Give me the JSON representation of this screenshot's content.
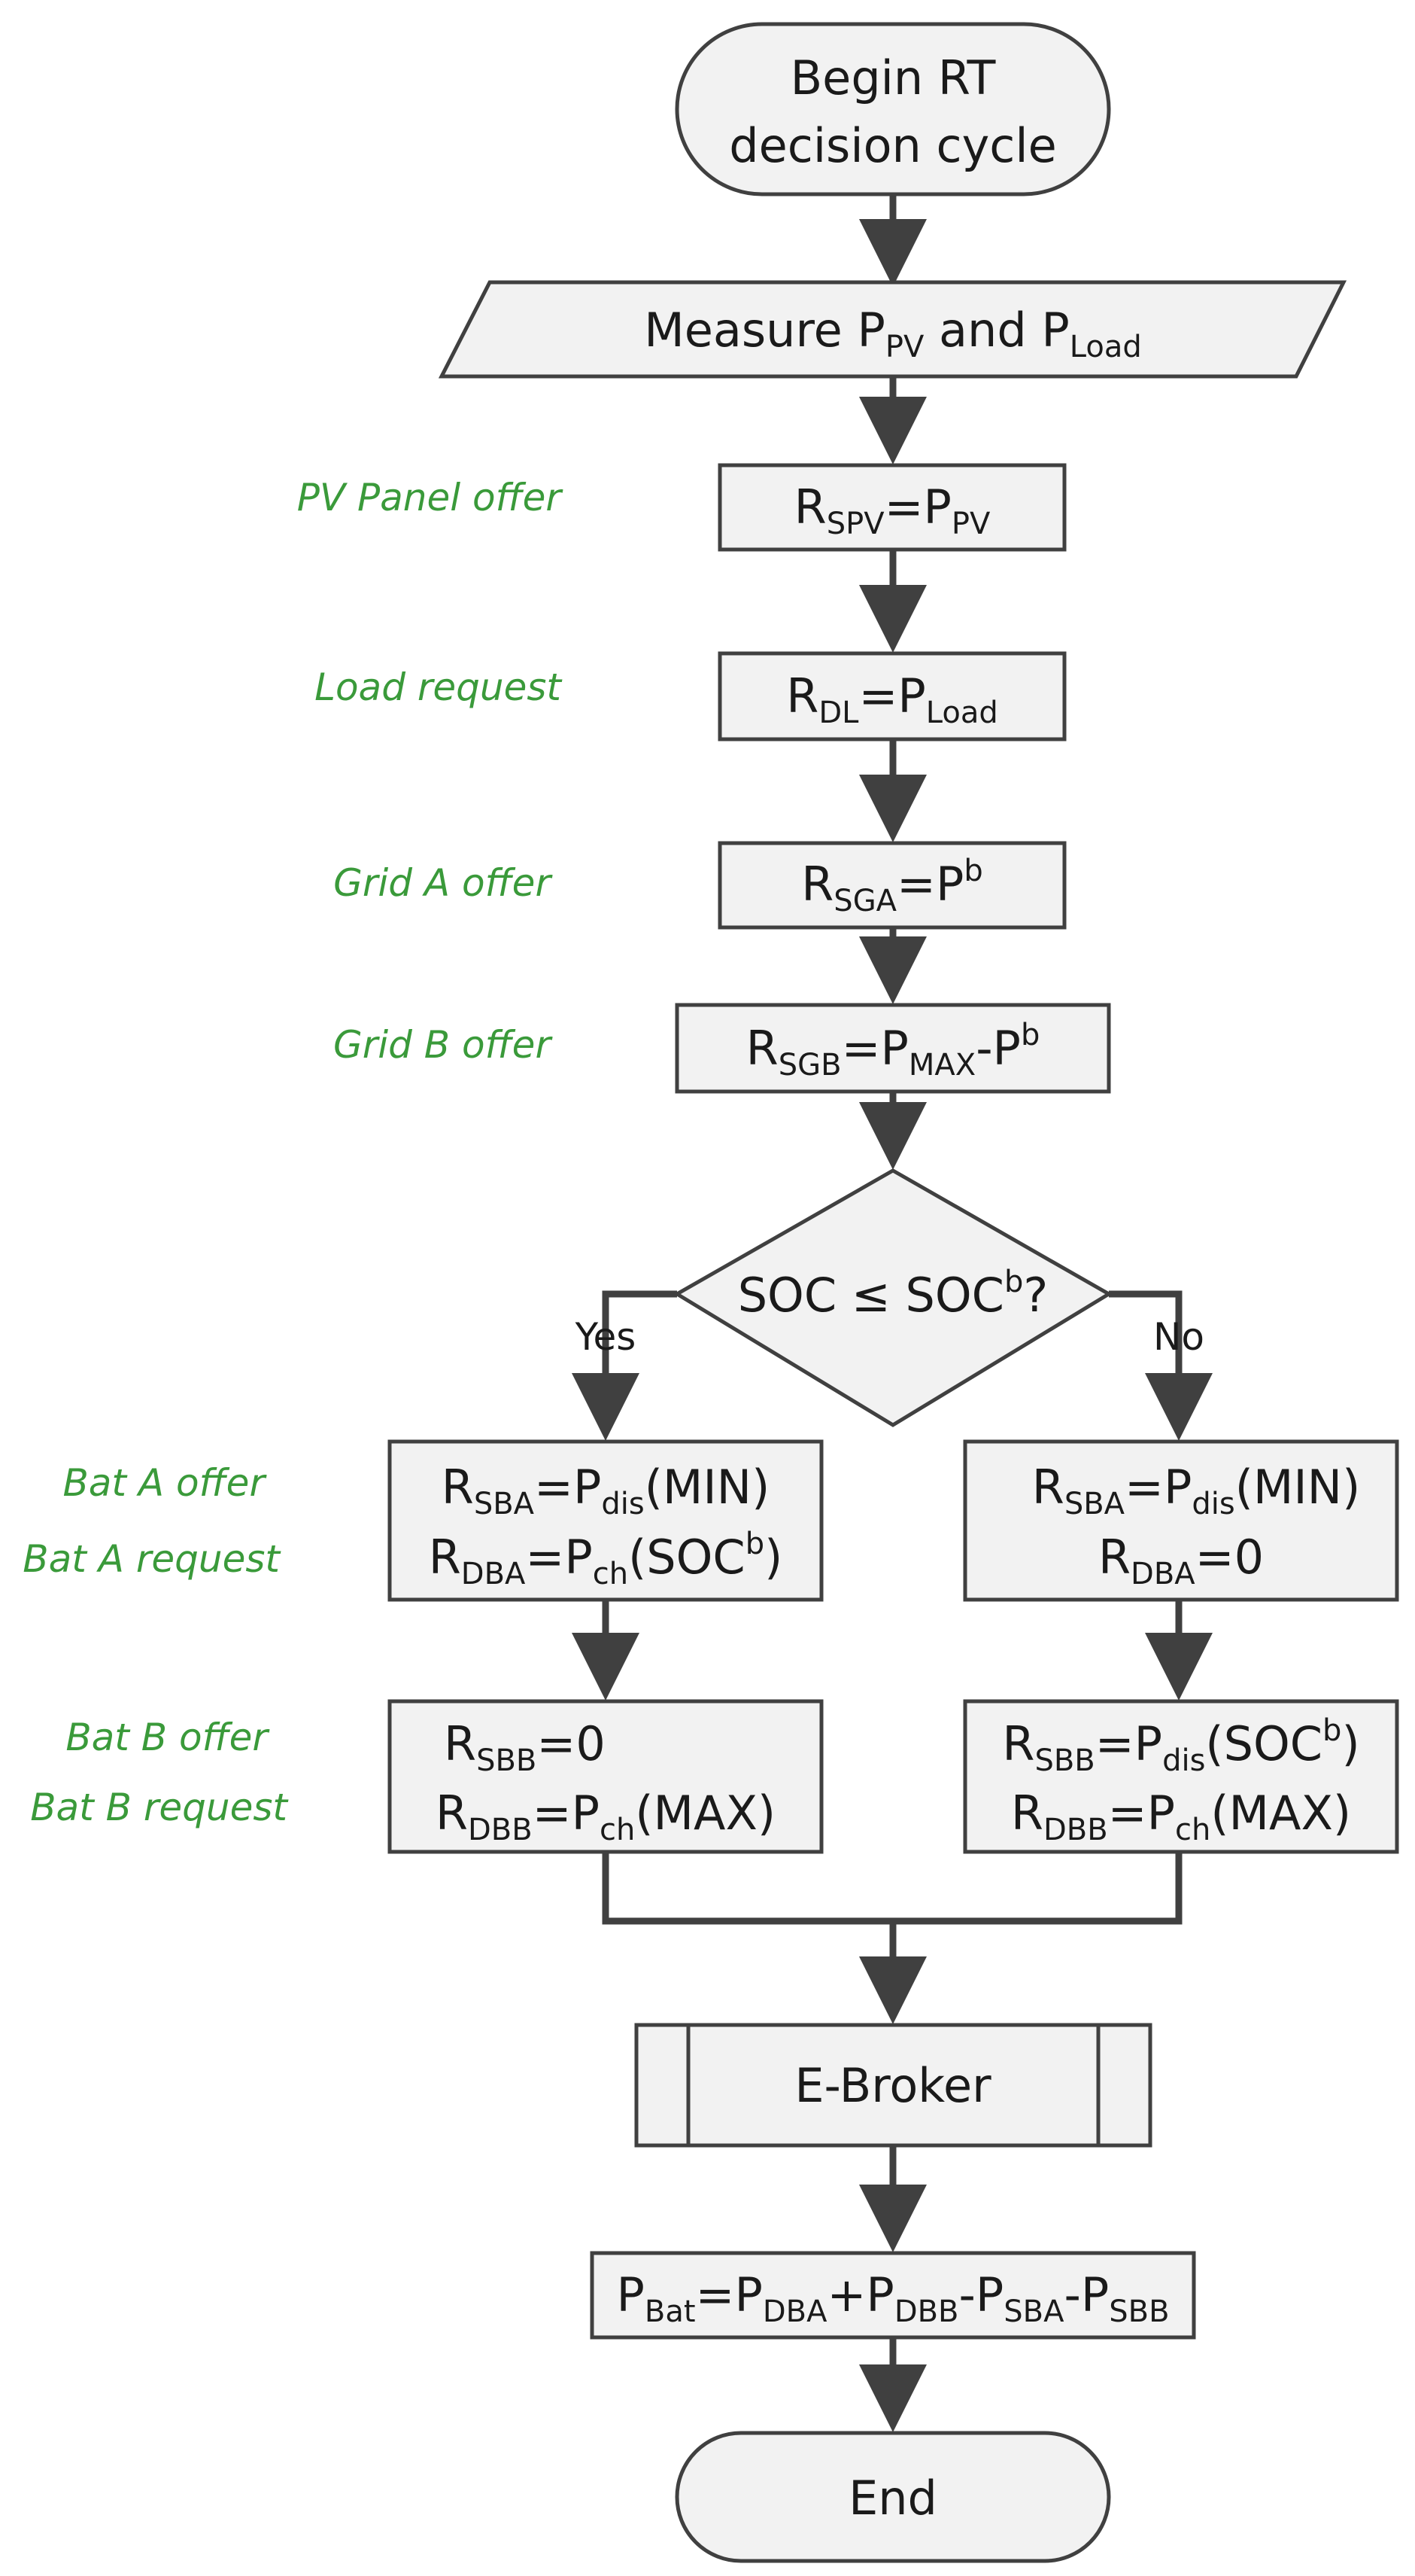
{
  "colors": {
    "box_fill": "#f2f2f2",
    "stroke": "#404040",
    "side_label": "#3a9a3a",
    "text": "#1a1a1a"
  },
  "nodes": {
    "start": {
      "line1": "Begin RT",
      "line2": "decision cycle"
    },
    "measure": {
      "prefix": "Measure P",
      "sub1": "PV",
      "mid": " and P",
      "sub2": "Load"
    },
    "rspv": {
      "r": "R",
      "r_sub": "SPV",
      "eq": "=P",
      "p_sub": "PV"
    },
    "rdl": {
      "r": "R",
      "r_sub": "DL",
      "eq": "=P",
      "p_sub": "Load"
    },
    "rsga": {
      "r": "R",
      "r_sub": "SGA",
      "eq": "=P",
      "sup": "b"
    },
    "rsgb": {
      "r": "R",
      "r_sub": "SGB",
      "eq": "=P",
      "p_sub": "MAX",
      "minus": "-P",
      "sup": "b"
    },
    "decision": {
      "text": "SOC ≤ SOC",
      "sup": "b",
      "q": "?"
    },
    "yes_a": {
      "l1": {
        "r": "R",
        "r_sub": "SBA",
        "eq": "=P",
        "p_sub": "dis",
        "tail": "(MIN)"
      },
      "l2": {
        "r": "R",
        "r_sub": "DBA",
        "eq": "=P",
        "p_sub": "ch",
        "tail": "(SOC",
        "sup": "b",
        "close": ")"
      }
    },
    "no_a": {
      "l1": {
        "r": "R",
        "r_sub": "SBA",
        "eq": "=P",
        "p_sub": "dis",
        "tail": "(MIN)"
      },
      "l2": {
        "r": "R",
        "r_sub": "DBA",
        "eq": "=0"
      }
    },
    "yes_b": {
      "l1": {
        "r": "R",
        "r_sub": "SBB",
        "eq": "=0"
      },
      "l2": {
        "r": "R",
        "r_sub": "DBB",
        "eq": "=P",
        "p_sub": "ch",
        "tail": "(MAX)"
      }
    },
    "no_b": {
      "l1": {
        "r": "R",
        "r_sub": "SBB",
        "eq": "=P",
        "p_sub": "dis",
        "tail": "(SOC",
        "sup": "b",
        "close": ")"
      },
      "l2": {
        "r": "R",
        "r_sub": "DBB",
        "eq": "=P",
        "p_sub": "ch",
        "tail": "(MAX)"
      }
    },
    "broker": {
      "label": "E-Broker"
    },
    "pbat": {
      "p": "P",
      "p_sub": "Bat",
      "eq1": "=P",
      "s1": "DBA",
      "op1": "+P",
      "s2": "DBB",
      "op2": "-P",
      "s3": "SBA",
      "op3": "-P",
      "s4": "SBB"
    },
    "end": {
      "label": "End"
    }
  },
  "side_labels": {
    "pv": "PV Panel offer",
    "load": "Load request",
    "grid_a": "Grid A offer",
    "grid_b": "Grid B offer",
    "bat_a_offer": "Bat A offer",
    "bat_a_request": "Bat A request",
    "bat_b_offer": "Bat B offer",
    "bat_b_request": "Bat B request"
  },
  "branches": {
    "yes": "Yes",
    "no": "No"
  }
}
